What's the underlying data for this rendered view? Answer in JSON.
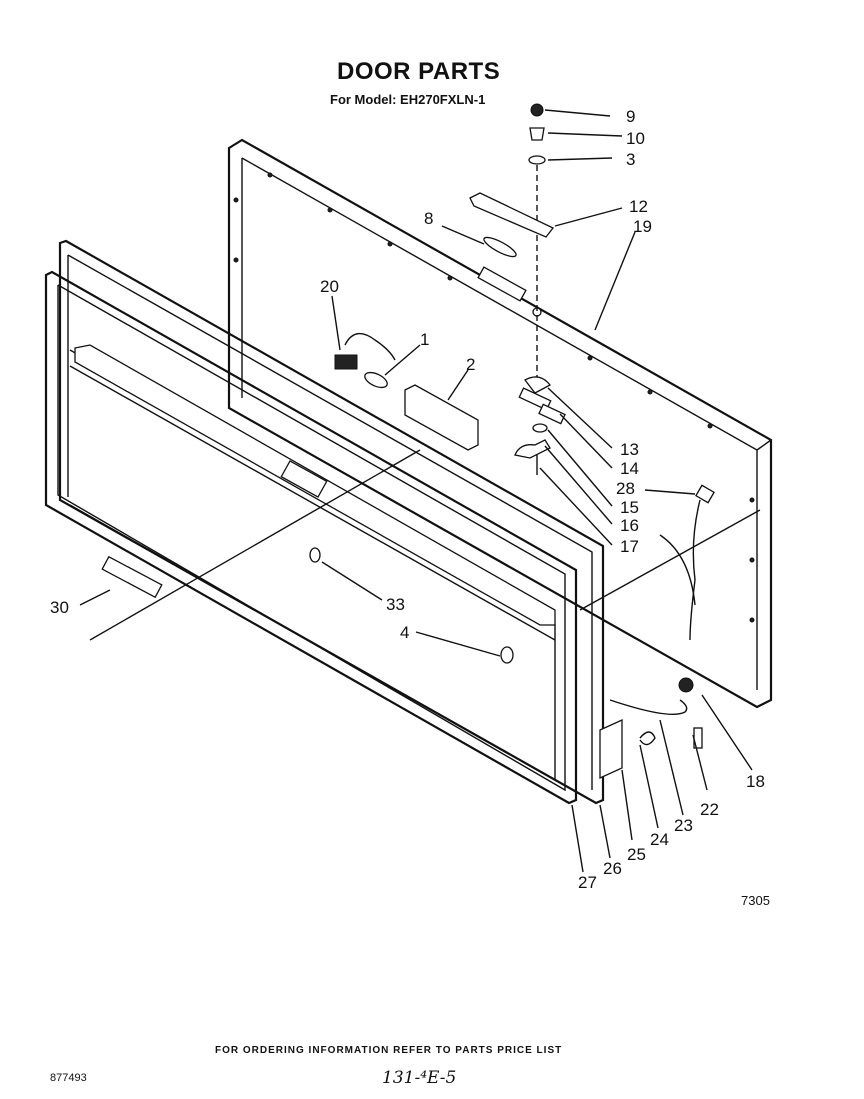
{
  "header": {
    "title": "DOOR PARTS",
    "model_line": "For Model: EH270FXLN-1"
  },
  "figure_number": "7305",
  "footer_text": "FOR ORDERING INFORMATION REFER TO PARTS PRICE LIST",
  "document_number": "877493",
  "handwritten_note": "131-⁴E-5",
  "callouts": [
    "9",
    "10",
    "3",
    "12",
    "19",
    "8",
    "20",
    "1",
    "2",
    "13",
    "14",
    "28",
    "15",
    "16",
    "17",
    "30",
    "33",
    "4",
    "18",
    "22",
    "23",
    "24",
    "25",
    "26",
    "27"
  ]
}
